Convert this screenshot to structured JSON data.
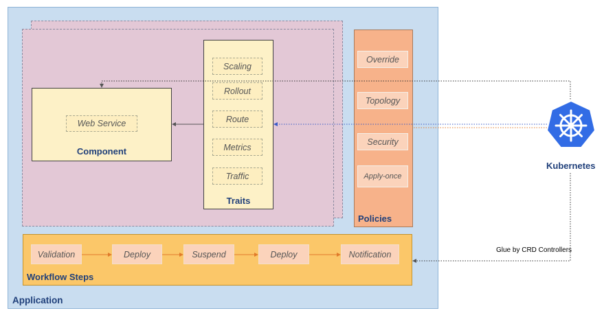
{
  "application": {
    "label": "Application"
  },
  "component": {
    "label": "Component",
    "service": "Web Service"
  },
  "traits": {
    "label": "Traits",
    "items": [
      "Scaling",
      "Rollout",
      "Route",
      "Metrics",
      "Traffic"
    ]
  },
  "policies": {
    "label": "Policies",
    "items": [
      "Override",
      "Topology",
      "Security",
      "Apply-once"
    ]
  },
  "workflow": {
    "label": "Workflow Steps",
    "steps": [
      "Validation",
      "Deploy",
      "Suspend",
      "Deploy",
      "Notification"
    ]
  },
  "kubernetes": {
    "label": "Kubernetes",
    "icon": "kubernetes-helm-icon",
    "color": "#326ce5"
  },
  "glue": {
    "label": "Glue by CRD Controllers"
  }
}
